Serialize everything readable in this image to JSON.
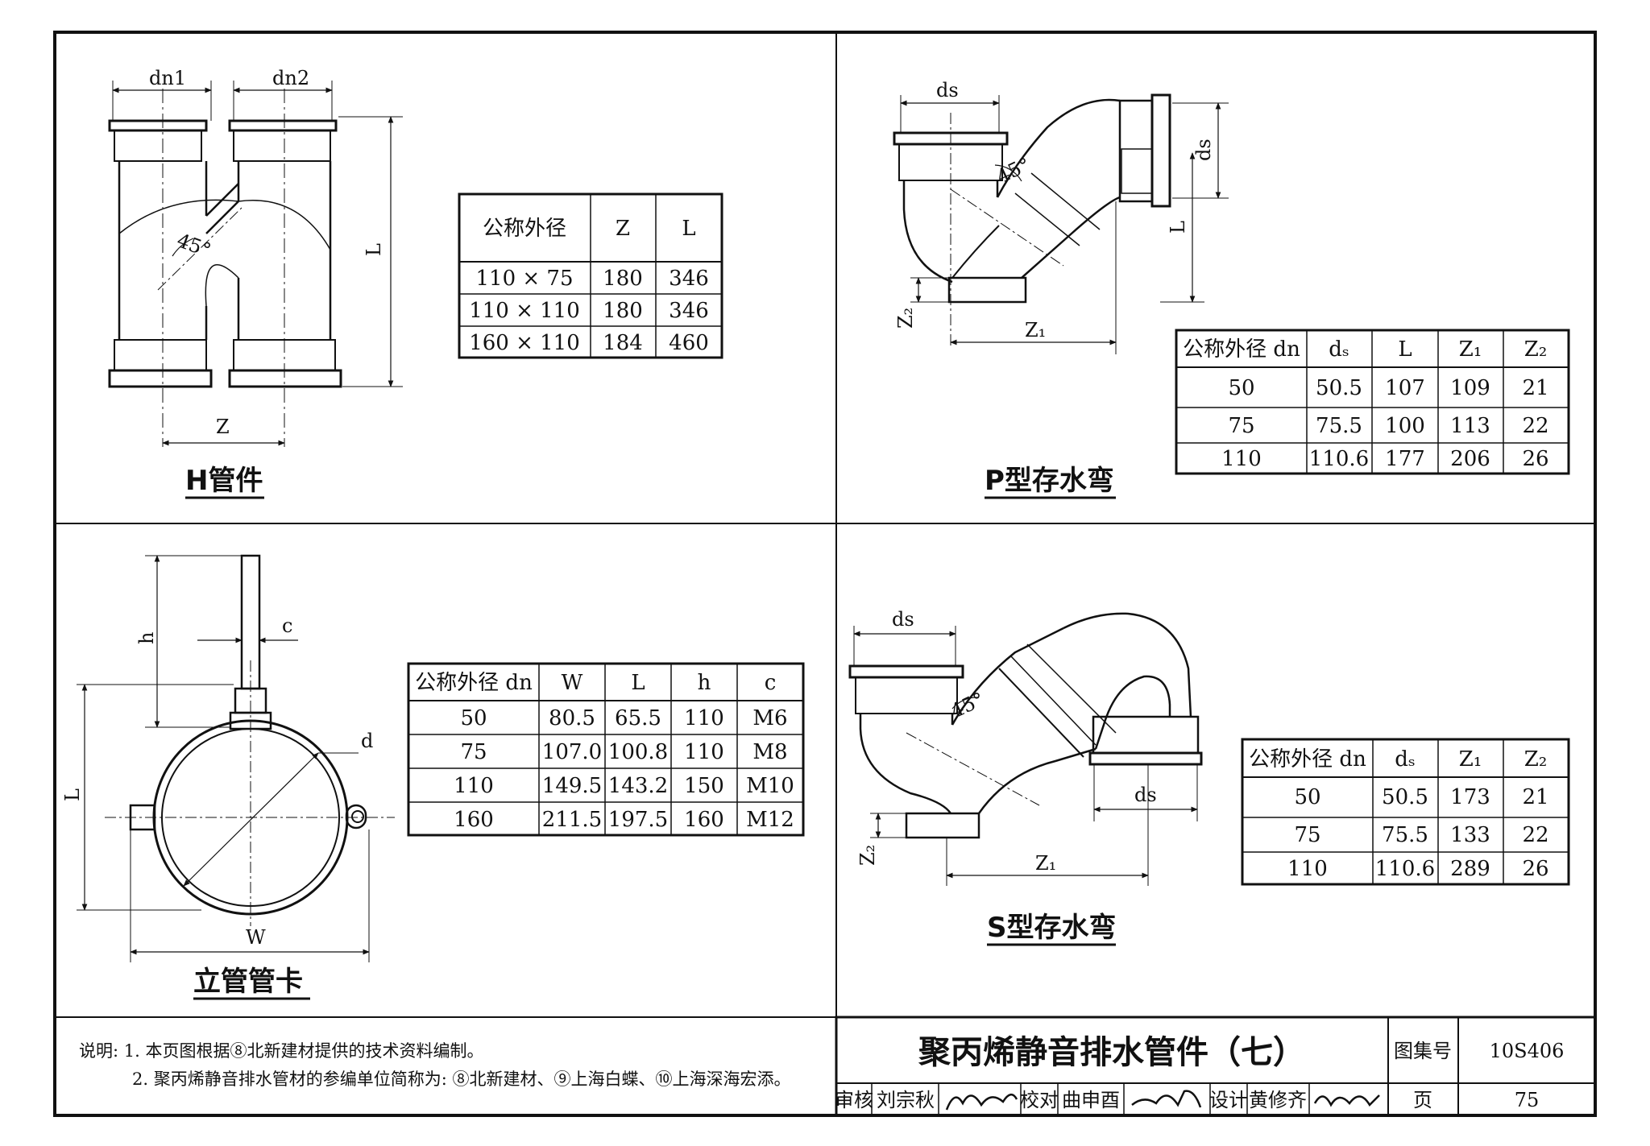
{
  "panels": {
    "h_fitting": {
      "caption": "H管件",
      "dims": {
        "dn1": "dn1",
        "dn2": "dn2",
        "angle": "45°",
        "L": "L",
        "Z": "Z"
      },
      "table": {
        "headers": [
          "公称外径",
          "Z",
          "L"
        ],
        "rows": [
          [
            "110 × 75",
            "180",
            "346"
          ],
          [
            "110 × 110",
            "180",
            "346"
          ],
          [
            "160 × 110",
            "184",
            "460"
          ]
        ]
      }
    },
    "p_trap": {
      "caption": "P型存水弯",
      "dims": {
        "ds_top": "ds",
        "ds_side": "ds",
        "angle": "45°",
        "L": "L",
        "Z1": "Z₁",
        "Z2": "Z₂"
      },
      "table": {
        "headers": [
          "公称外径 dn",
          "dₛ",
          "L",
          "Z₁",
          "Z₂"
        ],
        "rows": [
          [
            "50",
            "50.5",
            "107",
            "109",
            "21"
          ],
          [
            "75",
            "75.5",
            "100",
            "113",
            "22"
          ],
          [
            "110",
            "110.6",
            "177",
            "206",
            "26"
          ]
        ]
      }
    },
    "pipe_clamp": {
      "caption": "立管管卡",
      "dims": {
        "h": "h",
        "c": "c",
        "d": "d",
        "L": "L",
        "W": "W"
      },
      "table": {
        "headers": [
          "公称外径 dn",
          "W",
          "L",
          "h",
          "c"
        ],
        "rows": [
          [
            "50",
            "80.5",
            "65.5",
            "110",
            "M6"
          ],
          [
            "75",
            "107.0",
            "100.8",
            "110",
            "M8"
          ],
          [
            "110",
            "149.5",
            "143.2",
            "150",
            "M10"
          ],
          [
            "160",
            "211.5",
            "197.5",
            "160",
            "M12"
          ]
        ]
      }
    },
    "s_trap": {
      "caption": "S型存水弯",
      "dims": {
        "ds_top": "ds",
        "ds_bottom": "ds",
        "angle": "45°",
        "Z1": "Z₁",
        "Z2": "Z₂"
      },
      "table": {
        "headers": [
          "公称外径 dn",
          "dₛ",
          "Z₁",
          "Z₂"
        ],
        "rows": [
          [
            "50",
            "50.5",
            "173",
            "21"
          ],
          [
            "75",
            "75.5",
            "133",
            "22"
          ],
          [
            "110",
            "110.6",
            "289",
            "26"
          ]
        ]
      }
    }
  },
  "notes": {
    "line1": "说明: 1. 本页图根据⑧北新建材提供的技术资料编制。",
    "line2": "2. 聚丙烯静音排水管材的参编单位简称为: ⑧北新建材、⑨上海白蝶、⑩上海深海宏添。"
  },
  "title_block": {
    "title": "聚丙烯静音排水管件（七）",
    "atlas_label": "图集号",
    "atlas_no": "10S406",
    "review_label": "审核",
    "reviewer": "刘宗秋",
    "check_label": "校对",
    "checker": "曲申酉",
    "design_label": "设计",
    "designer": "黄修齐",
    "page_label": "页",
    "page_no": "75"
  }
}
